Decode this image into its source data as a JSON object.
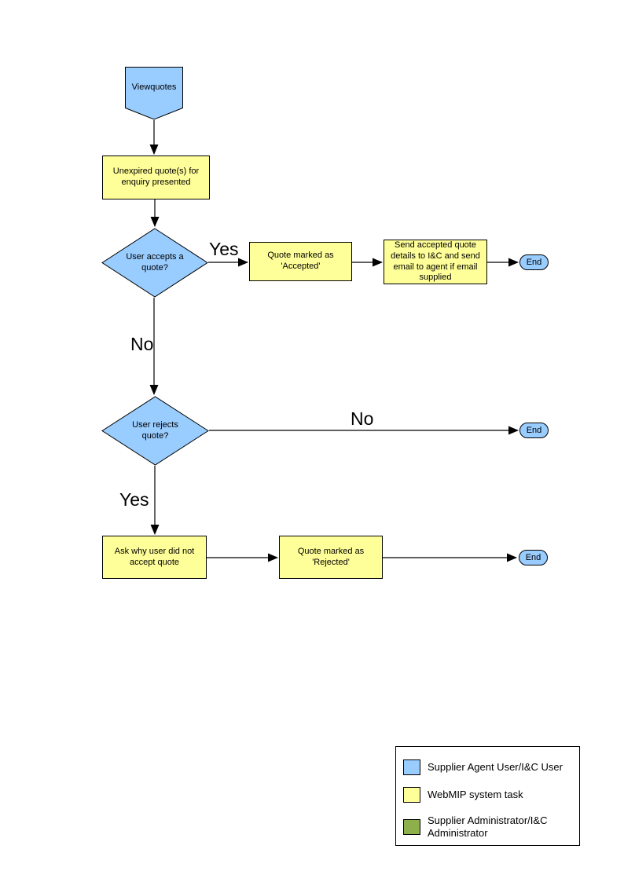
{
  "colors": {
    "actor_blue": "#99CCFF",
    "task_yellow": "#FFFF99",
    "admin_green": "#8DB04A",
    "line_black": "#000000"
  },
  "nodes": {
    "view_quotes": "Viewquotes",
    "unexpired_quotes": "Unexpired quote(s) for enquiry presented",
    "user_accepts": "User accepts a quote?",
    "quote_accepted": "Quote marked as 'Accepted'",
    "send_details": "Send accepted quote details to I&C and send email to agent if email supplied",
    "user_rejects": "User rejects quote?",
    "ask_why": "Ask why user did not accept quote",
    "quote_rejected": "Quote marked as 'Rejected'",
    "end_accept": "End",
    "end_reject_no": "End",
    "end_reject_yes": "End"
  },
  "edge_labels": {
    "accept_yes": "Yes",
    "accept_no": "No",
    "reject_no": "No",
    "reject_yes": "Yes"
  },
  "legend": {
    "items": [
      {
        "label": "Supplier Agent User/I&C User",
        "color": "#99CCFF"
      },
      {
        "label": "WebMIP system task",
        "color": "#FFFF99"
      },
      {
        "label": "Supplier Administrator/I&C Administrator",
        "color": "#8DB04A"
      }
    ]
  }
}
